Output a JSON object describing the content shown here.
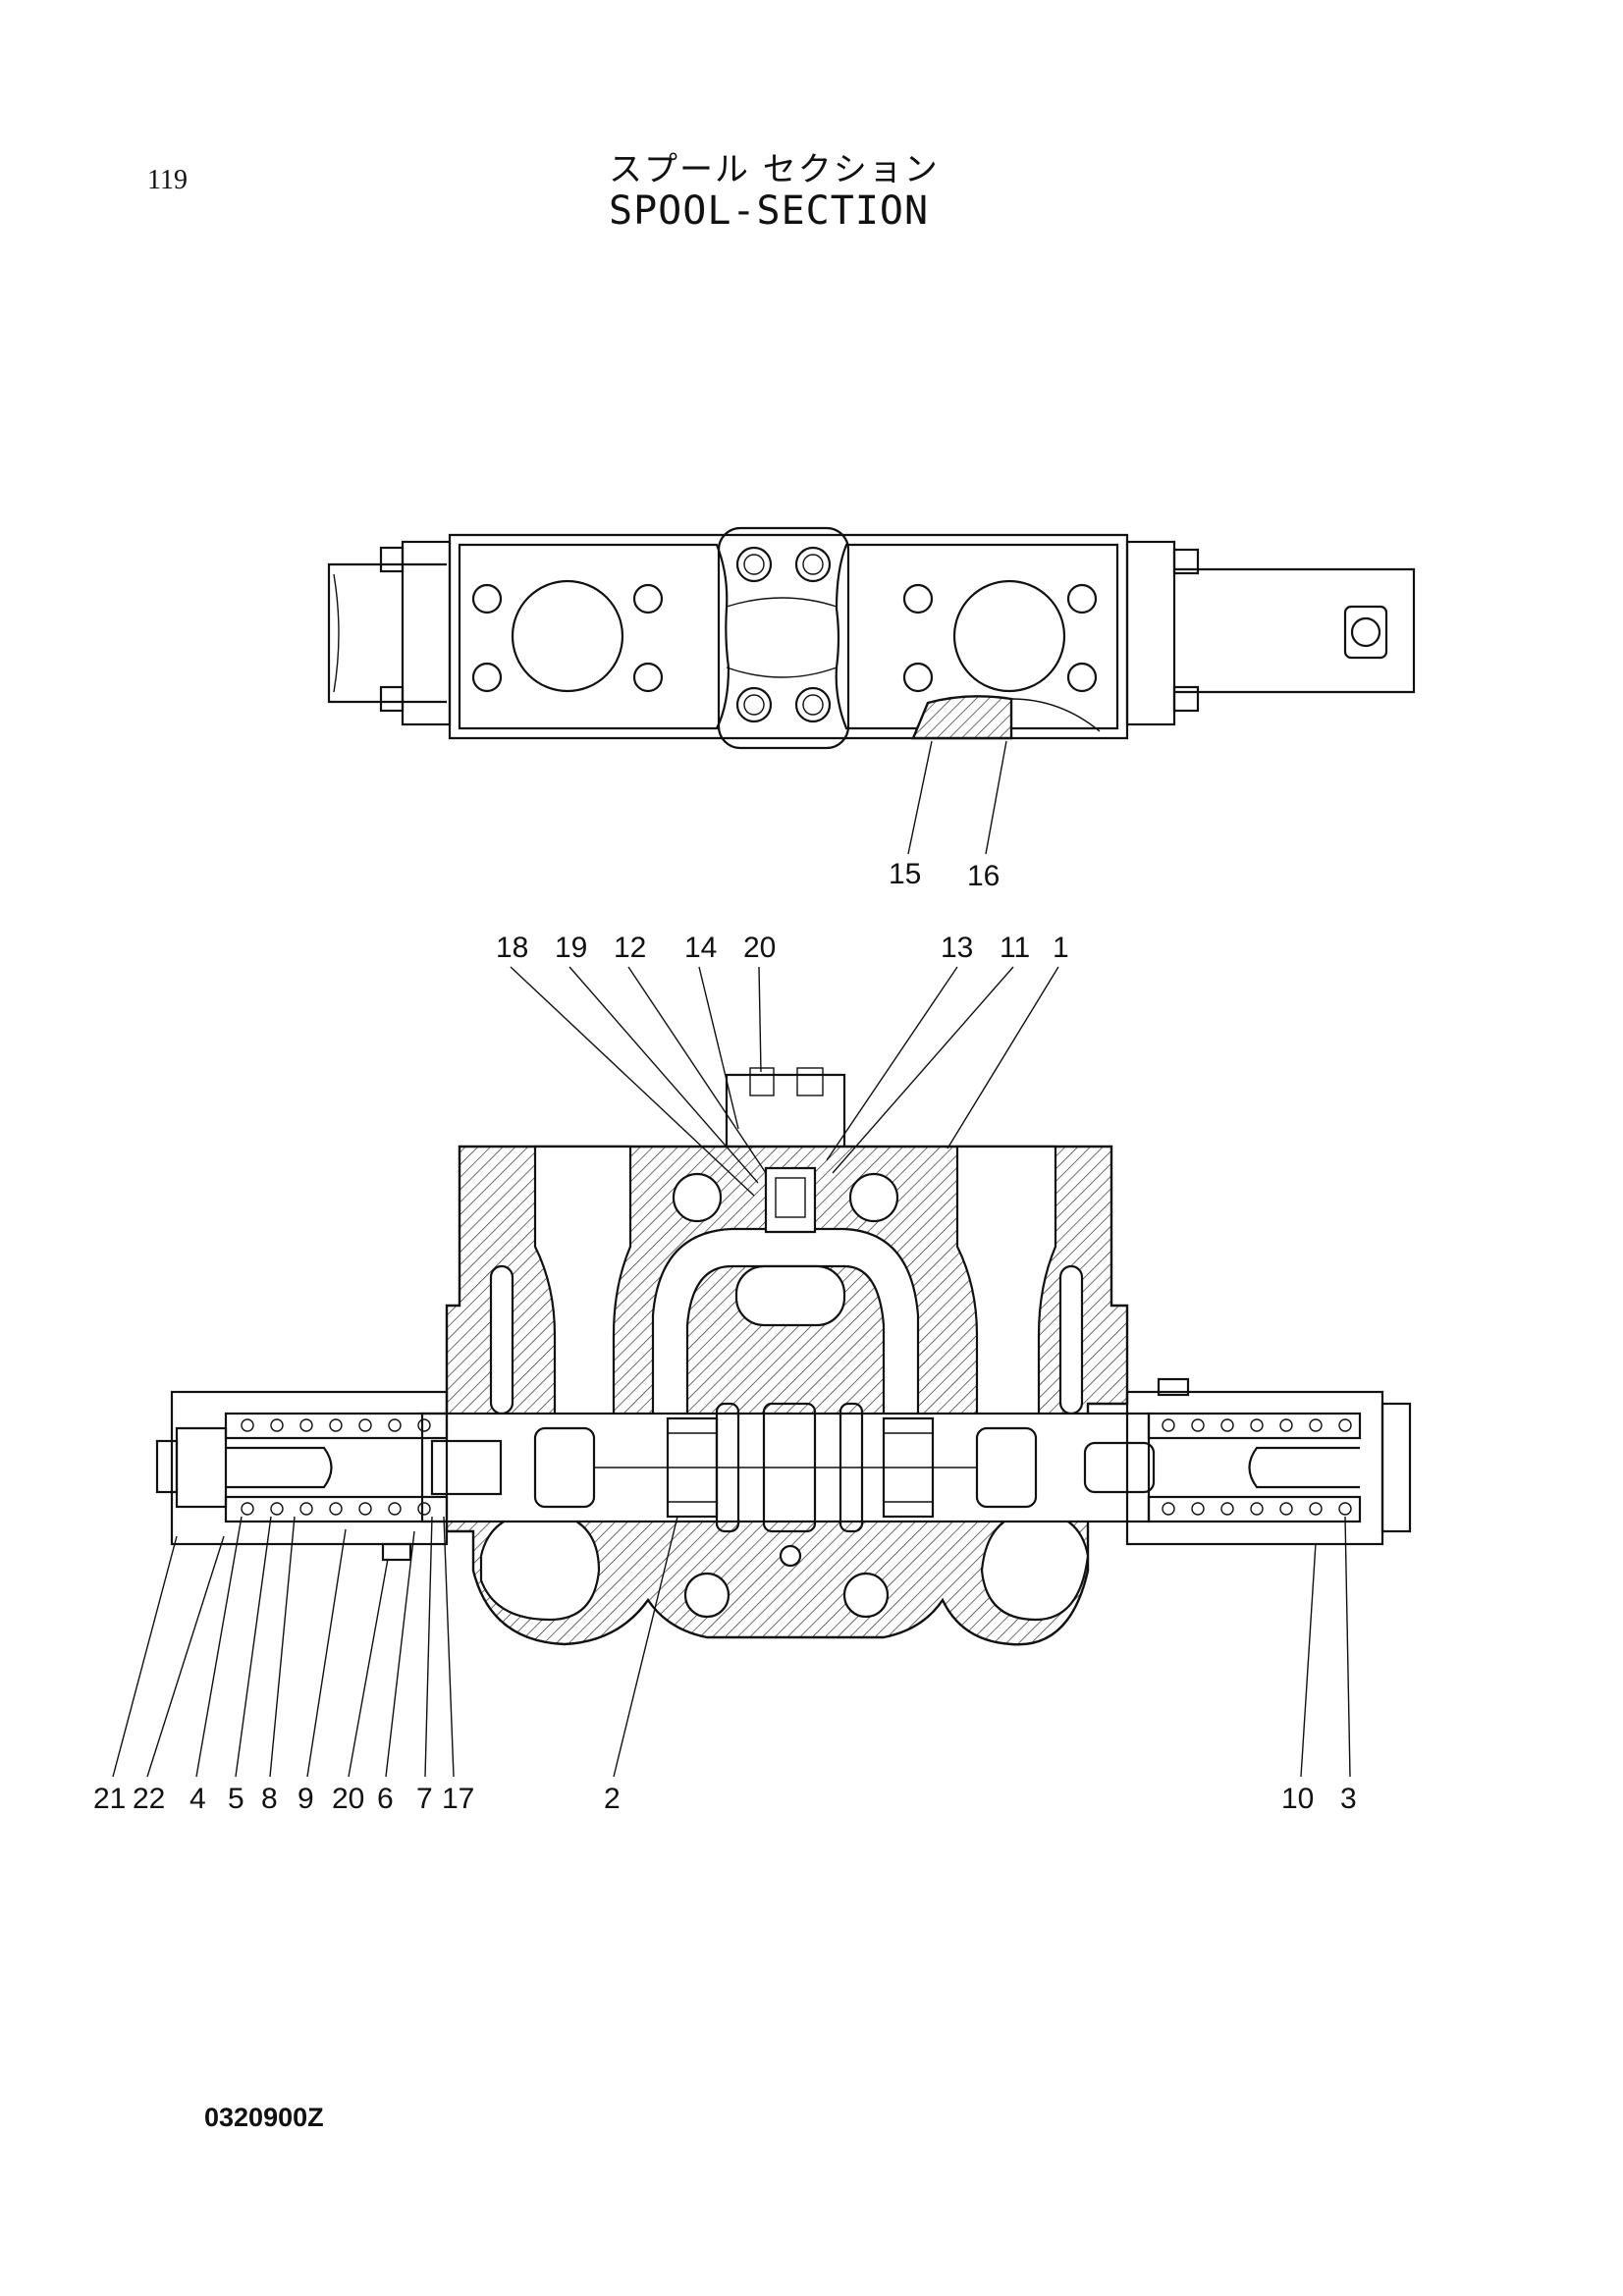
{
  "page": {
    "page_number": "119",
    "title_jp": "スプール セクション",
    "title_en": "SPOOL-SECTION",
    "drawing_code": "0320900Z"
  },
  "callouts": {
    "top_view": [
      "15",
      "16"
    ],
    "section_top": [
      "18",
      "19",
      "12",
      "14",
      "20",
      "13",
      "11",
      "1"
    ],
    "section_bottom": [
      "21",
      "22",
      "4",
      "5",
      "8",
      "9",
      "20",
      "6",
      "7",
      "17",
      "2",
      "10",
      "3"
    ]
  }
}
